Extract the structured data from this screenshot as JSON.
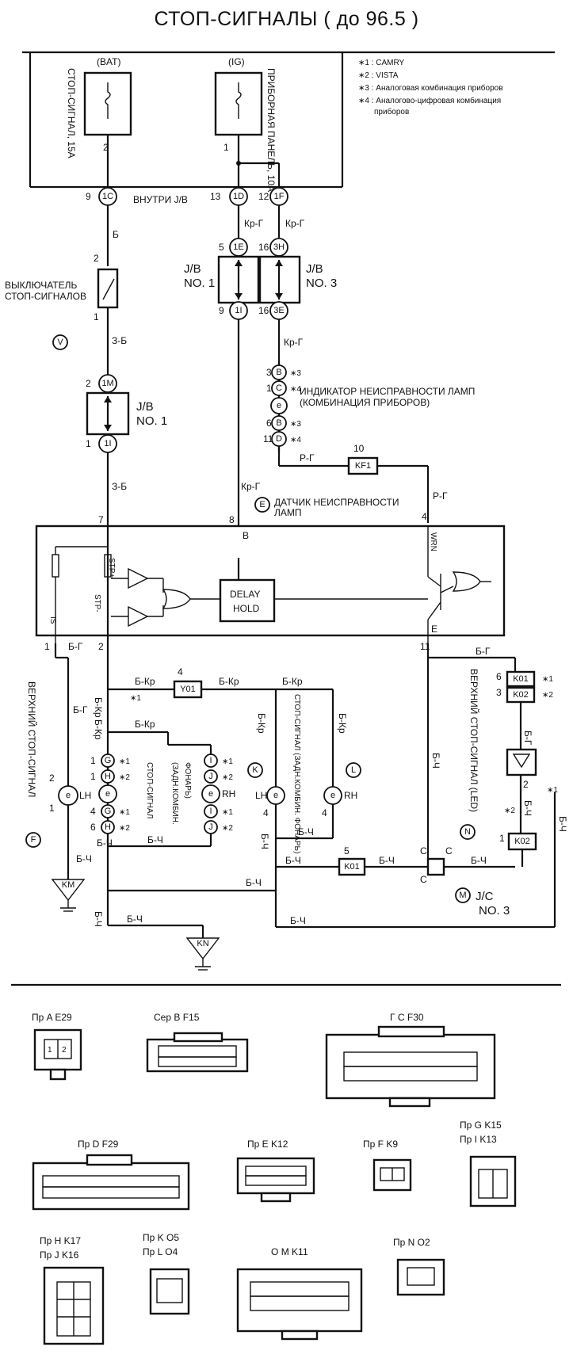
{
  "title": "СТОП-СИГНАЛЫ ( до 96.5 )",
  "legend": [
    {
      "mark": "∗1",
      "text": ": CAMRY"
    },
    {
      "mark": "∗2",
      "text": ": VISTA"
    },
    {
      "mark": "∗3",
      "text": ": Аналоговая комбинация приборов"
    },
    {
      "mark": "∗4",
      "text": ": Аналогово-цифровая комбинация"
    },
    {
      "mark": "",
      "text": "приборов"
    }
  ],
  "fuses": {
    "bat": "(BAT)",
    "ig": "(IG)",
    "stop_fuse": "СТОП-СИГНАЛ, 15А",
    "panel_fuse": "ПРИБОРНАЯ ПАНЕЛЬ, 10А",
    "inside_jb": "ВНУТРИ J/B"
  },
  "labels": {
    "switch": "ВЫКЛЮЧАТЕЛЬ",
    "switch2": "СТОП-СИГНАЛОВ",
    "jb1": "J/B",
    "jb1b": "NO. 1",
    "jb3": "J/B",
    "jb3b": "NO. 3",
    "indicator": "ИНДИКАТОР НЕИСПРАВНОСТИ ЛАМП",
    "indicator2": "(КОМБИНАЦИЯ ПРИБОРОВ)",
    "sensor": "ДАТЧИК НЕИСПРАВНОСТИ",
    "sensor2": "ЛАМП",
    "delay": "DELAY",
    "hold": "HOLD",
    "upper_stop": "ВЕРХНИЙ СТОП-СИГНАЛ",
    "upper_stop_led": "ВЕРХНИЙ СТОП-СИГНАЛ (LED)",
    "rear_lamp": "СТОП-СИГНАЛ (ЗАДН.КОМБИН. ФОНАРЬ)",
    "jc3": "J/C",
    "jc3b": "NO. 3"
  },
  "connectors": [
    {
      "label": "Пр",
      "id": "A",
      "code": "E29"
    },
    {
      "label": "Сер",
      "id": "B",
      "code": "F15"
    },
    {
      "label": "Г",
      "id": "C",
      "code": "F30"
    },
    {
      "label": "Пр",
      "id": "D",
      "code": "F29"
    },
    {
      "label": "Пр",
      "id": "E",
      "code": "K12"
    },
    {
      "label": "Пр",
      "id": "F",
      "code": "K9"
    },
    {
      "label": "Пр",
      "id": "G",
      "code": "K15"
    },
    {
      "label": "Пр",
      "id": "I",
      "code": "K13"
    },
    {
      "label": "Пр",
      "id": "H",
      "code": "K17"
    },
    {
      "label": "Пр",
      "id": "J",
      "code": "K16"
    },
    {
      "label": "Пр",
      "id": "K",
      "code": "O5"
    },
    {
      "label": "Пр",
      "id": "L",
      "code": "O4"
    },
    {
      "label": "О",
      "id": "M",
      "code": "K11"
    },
    {
      "label": "Пр",
      "id": "N",
      "code": "O2"
    }
  ]
}
